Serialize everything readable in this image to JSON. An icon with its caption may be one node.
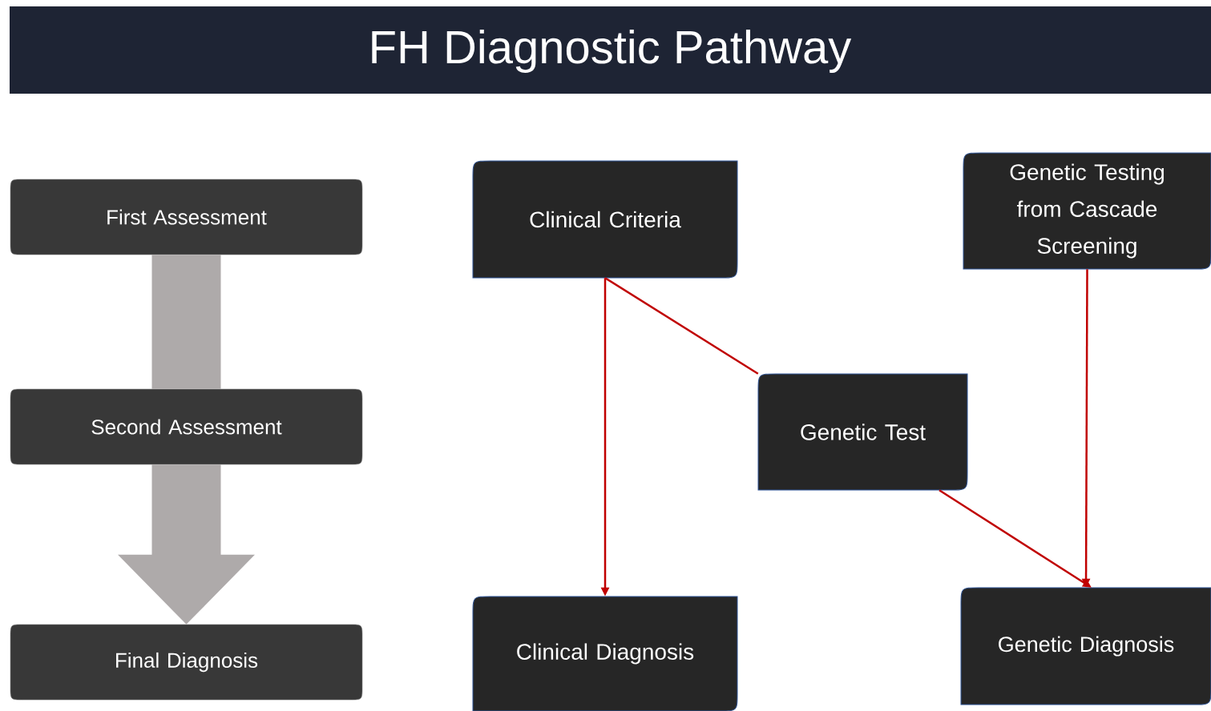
{
  "diagram": {
    "title": "FH Diagnostic Pathway",
    "nodes": [
      {
        "text": [
          "First Assessment"
        ]
      },
      {
        "text": [
          "Second Assessment"
        ]
      },
      {
        "text": [
          "Final Diagnosis"
        ]
      },
      {
        "text": [
          "Clinical Criteria"
        ]
      },
      {
        "text": [
          "Genetic Testing from Cascade Screening"
        ]
      },
      {
        "text": [
          "Genetic Test"
        ]
      },
      {
        "text": [
          "Clinical Diagnosis"
        ]
      },
      {
        "text": [
          "Genetic Diagnosis"
        ]
      }
    ],
    "edges": [
      {
        "from": 0,
        "to": 1,
        "arrow": "none",
        "style": "thick",
        "color": "#aeaaaa"
      },
      {
        "from": 1,
        "to": 2,
        "arrow": "to",
        "style": "thick",
        "color": "#aeaaaa"
      },
      {
        "from": 3,
        "to": 6,
        "arrow": "to"
      },
      {
        "from": 3,
        "to": 5,
        "arrow": "none"
      },
      {
        "from": 5,
        "to": 7,
        "arrow": "to"
      },
      {
        "from": 4,
        "to": 7,
        "arrow": "to"
      }
    ]
  }
}
